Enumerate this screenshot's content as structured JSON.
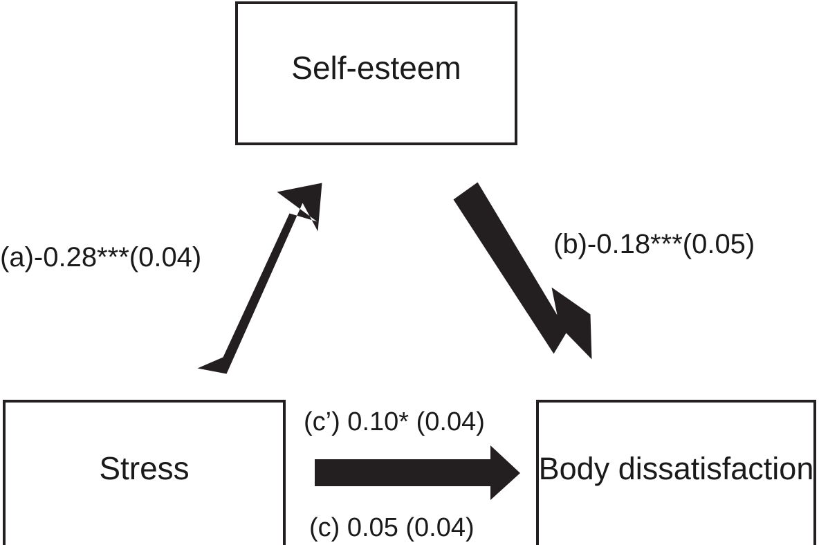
{
  "diagram": {
    "type": "mediation-path-model",
    "background_color": "#ffffff",
    "ink_color": "#231f20",
    "nodes": [
      {
        "id": "self-esteem",
        "label": "Self-esteem",
        "role": "mediator"
      },
      {
        "id": "stress",
        "label": "Stress",
        "role": "predictor"
      },
      {
        "id": "body-dissatisfaction",
        "label": "Body dissatisfaction",
        "role": "outcome"
      }
    ],
    "paths": [
      {
        "id": "a",
        "tag": "(a)",
        "coefficient": "-0.28",
        "significance": "***",
        "standard_error": "(0.04)",
        "text": "(a)-0.28***(0.04)",
        "from": "stress",
        "to": "self-esteem",
        "direction": "up-right"
      },
      {
        "id": "b",
        "tag": "(b)",
        "coefficient": "-0.18",
        "significance": "***",
        "standard_error": "(0.05)",
        "text": "(b)-0.18***(0.05)",
        "from": "self-esteem",
        "to": "body-dissatisfaction",
        "direction": "down-right"
      },
      {
        "id": "c-prime",
        "tag": "(c’)",
        "coefficient": "0.10",
        "significance": "*",
        "standard_error": "(0.04)",
        "text": "(c’) 0.10* (0.04)",
        "from": "stress",
        "to": "body-dissatisfaction",
        "direction": "right"
      },
      {
        "id": "c",
        "tag": "(c)",
        "coefficient": "0.05",
        "significance": "",
        "standard_error": "(0.04)",
        "text": "(c) 0.05 (0.04)",
        "from": "stress",
        "to": "body-dissatisfaction",
        "direction": "right"
      }
    ]
  }
}
